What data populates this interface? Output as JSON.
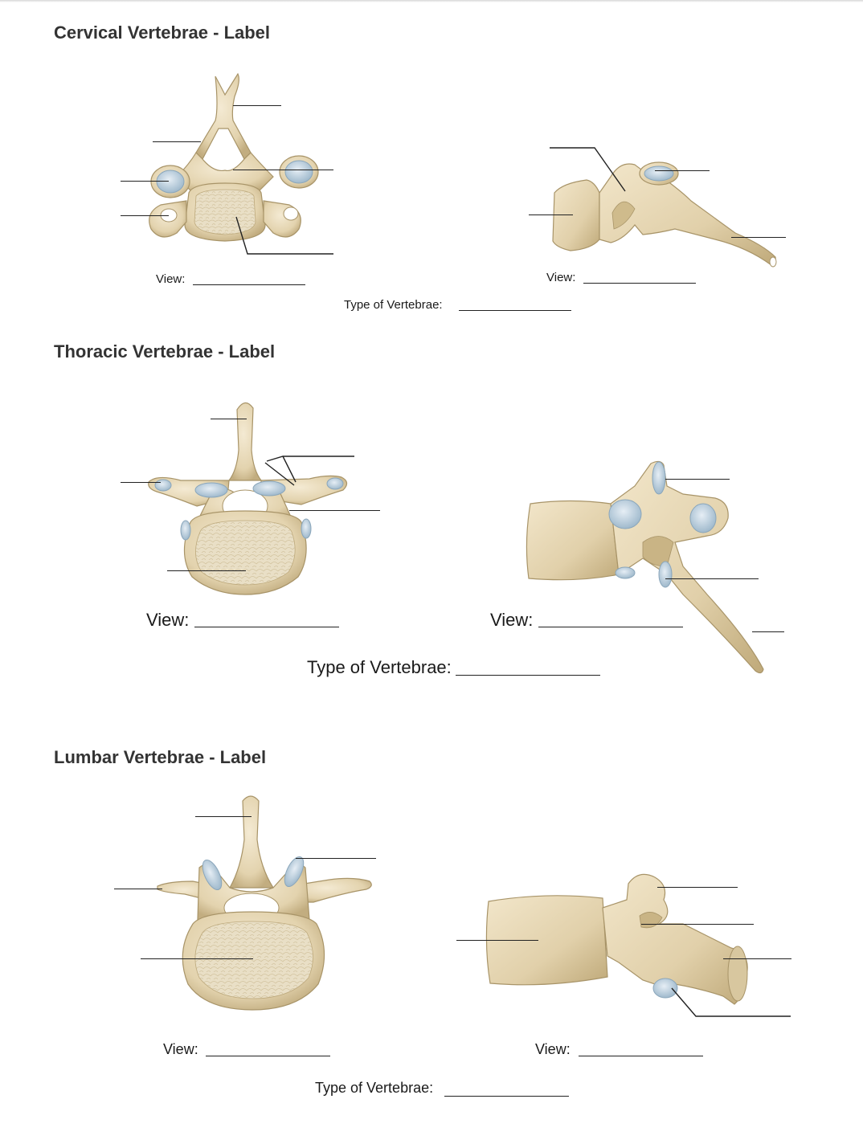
{
  "sections": [
    {
      "title": "Cervical Vertebrae - Label",
      "view_label_left": "View:",
      "view_label_right": "View:",
      "type_label": "Type of Vertebrae:"
    },
    {
      "title": "Thoracic Vertebrae - Label",
      "view_label_left": "View:",
      "view_label_right": "View:",
      "type_label": "Type of Vertebrae:"
    },
    {
      "title": "Lumbar Vertebrae - Label",
      "view_label_left": "View:",
      "view_label_right": "View:",
      "type_label": "Type of Vertebrae:"
    }
  ],
  "colors": {
    "bone": "#e8dcc0",
    "bone_shadow": "#c9b78f",
    "bone_outline": "#a89468",
    "cartilage": "#b9cfdf",
    "leader_line": "#222222"
  }
}
